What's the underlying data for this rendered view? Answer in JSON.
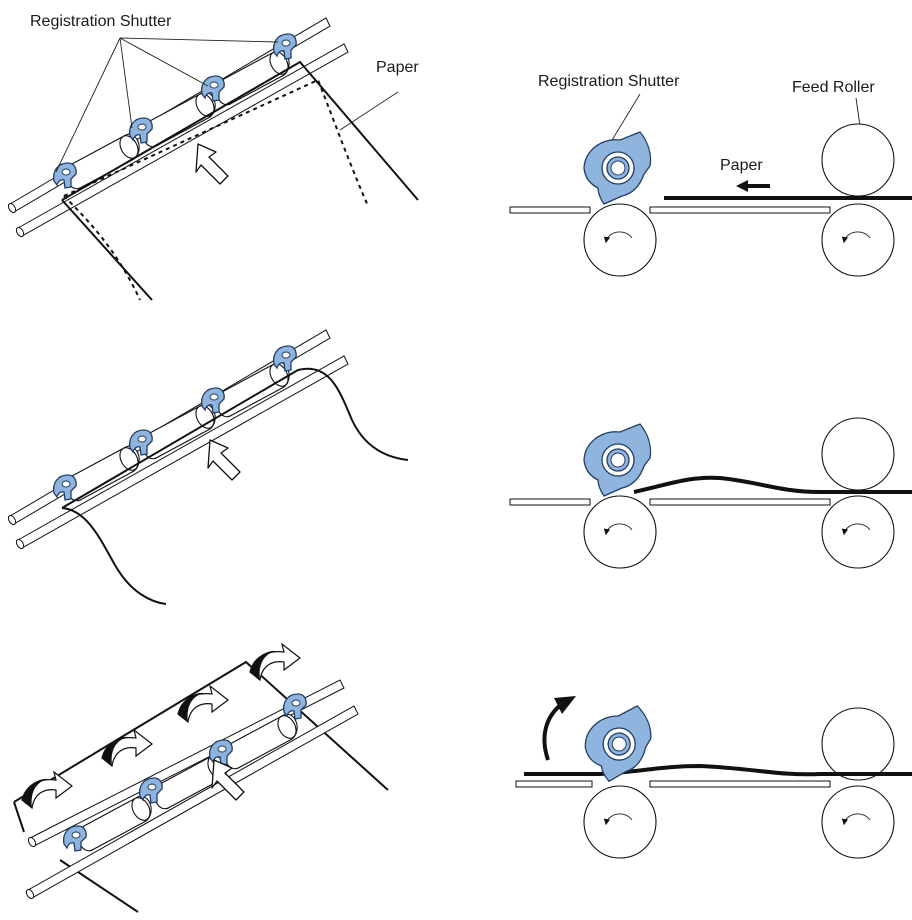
{
  "labels": {
    "registration_shutter_left": "Registration Shutter",
    "paper_left": "Paper",
    "registration_shutter_right": "Registration Shutter",
    "feed_roller": "Feed Roller",
    "paper_right": "Paper"
  },
  "colors": {
    "shutter_fill": "#8fb4de",
    "shutter_stroke": "#1f3d66",
    "line": "#111111"
  },
  "panels": [
    {
      "id": "perspective-1",
      "paper_state": "arriving"
    },
    {
      "id": "perspective-2",
      "paper_state": "buckled"
    },
    {
      "id": "perspective-3",
      "paper_state": "shutters-rotating"
    },
    {
      "id": "section-1",
      "paper_state": "arriving"
    },
    {
      "id": "section-2",
      "paper_state": "buckled"
    },
    {
      "id": "section-3",
      "paper_state": "shutter-lifted"
    }
  ]
}
